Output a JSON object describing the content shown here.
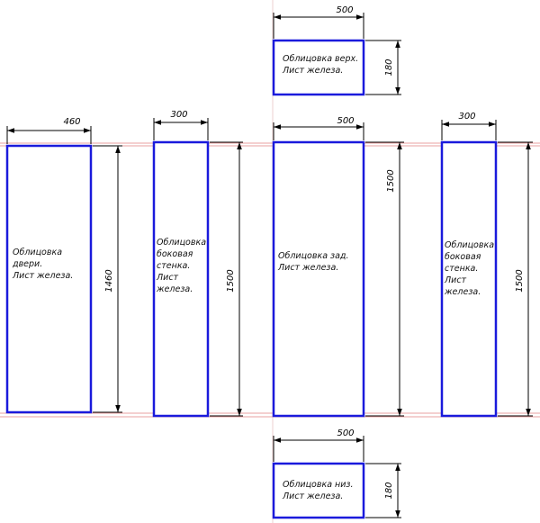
{
  "colors": {
    "panel_outline": "#1a1adc",
    "dimension": "#000000",
    "guide": "#e08080"
  },
  "panels": [
    {
      "id": "door",
      "lines": [
        "Облицовка",
        "двери.",
        "Лист железа."
      ],
      "width_label": "460",
      "height_label": "1460"
    },
    {
      "id": "side-left",
      "lines": [
        "Облицовка",
        "боковая",
        "стенка.",
        "Лист",
        "железа."
      ],
      "width_label": "300",
      "height_label": "1500"
    },
    {
      "id": "top",
      "lines": [
        "Облицовка верх.",
        "Лист железа."
      ],
      "width_label": "500",
      "height_label": "180"
    },
    {
      "id": "back",
      "lines": [
        "Облицовка зад.",
        "Лист железа."
      ],
      "width_label": "500",
      "height_label": "1500"
    },
    {
      "id": "bottom",
      "lines": [
        "Облицовка низ.",
        "Лист железа."
      ],
      "width_label": "500",
      "height_label": "180"
    },
    {
      "id": "side-right",
      "lines": [
        "Облицовка",
        "боковая",
        "стенка.",
        "Лист",
        "железа."
      ],
      "width_label": "300",
      "height_label": "1500"
    }
  ]
}
